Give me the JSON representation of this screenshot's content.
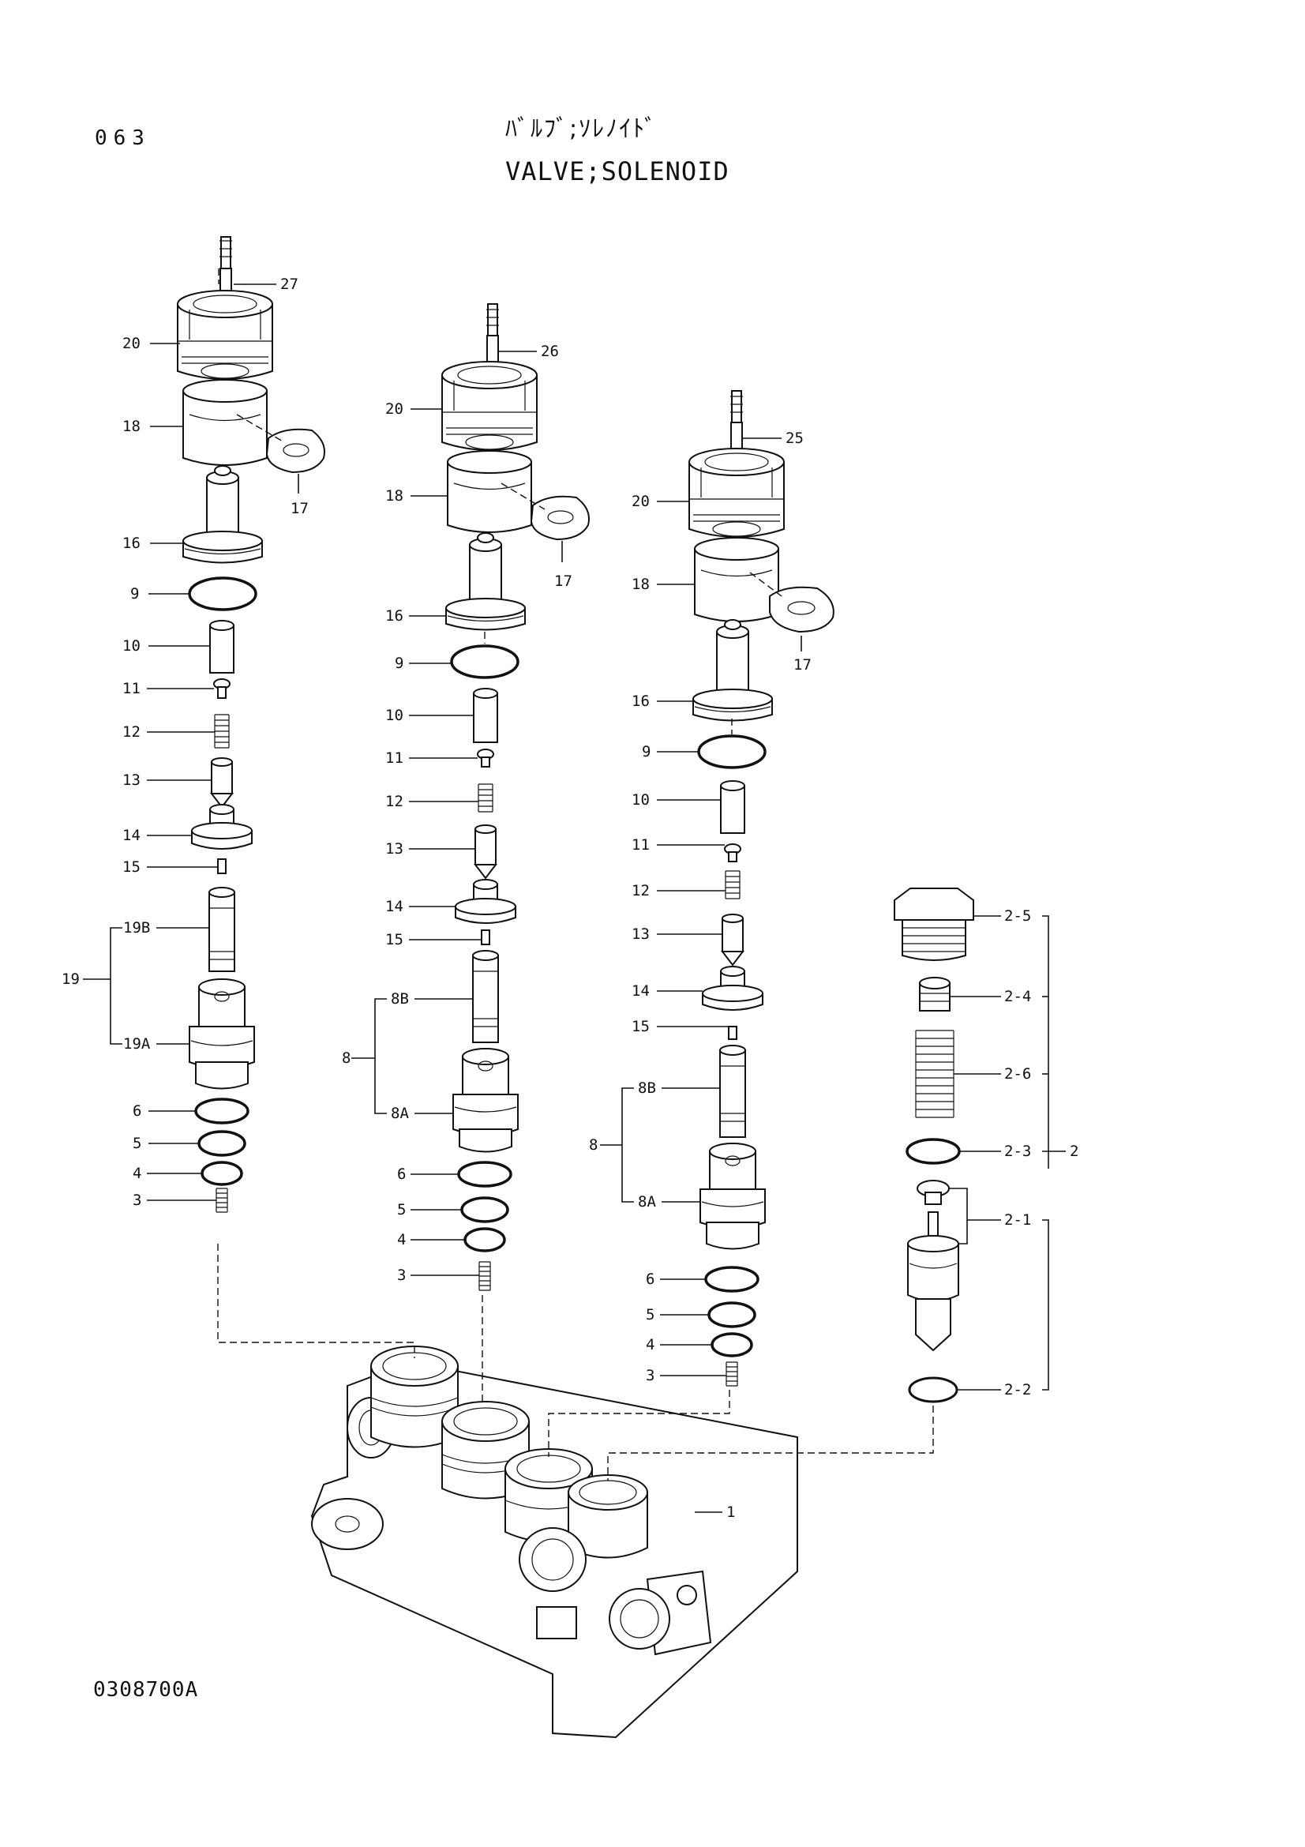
{
  "header": {
    "page_number": "063",
    "title_ja": "ﾊﾞﾙﾌﾞ;ｿﾚﾉｲﾄﾞ",
    "title_en": "VALVE;SOLENOID"
  },
  "footer": {
    "drawing_code": "0308700A"
  },
  "callouts": {
    "a_27": "27",
    "a_20": "20",
    "a_18": "18",
    "a_17": "17",
    "a_16": "16",
    "a_9": "9",
    "a_10": "10",
    "a_11": "11",
    "a_12": "12",
    "a_13": "13",
    "a_14": "14",
    "a_15": "15",
    "a_19B": "19B",
    "a_19": "19",
    "a_19A": "19A",
    "a_6": "6",
    "a_5": "5",
    "a_4": "4",
    "a_3": "3",
    "b_26": "26",
    "b_20": "20",
    "b_18": "18",
    "b_17": "17",
    "b_16": "16",
    "b_9": "9",
    "b_10": "10",
    "b_11": "11",
    "b_12": "12",
    "b_13": "13",
    "b_14": "14",
    "b_15": "15",
    "b_8B": "8B",
    "b_8": "8",
    "b_8A": "8A",
    "b_6": "6",
    "b_5": "5",
    "b_4": "4",
    "b_3": "3",
    "c_25": "25",
    "c_20": "20",
    "c_18": "18",
    "c_17": "17",
    "c_16": "16",
    "c_9": "9",
    "c_10": "10",
    "c_11": "11",
    "c_12": "12",
    "c_13": "13",
    "c_14": "14",
    "c_15": "15",
    "c_8B": "8B",
    "c_8": "8",
    "c_8A": "8A",
    "c_6": "6",
    "c_5": "5",
    "c_4": "4",
    "c_3": "3",
    "d_2_5": "2-5",
    "d_2_4": "2-4",
    "d_2_6": "2-6",
    "d_2_3": "2-3",
    "d_2": "2",
    "d_2_1": "2-1",
    "d_2_2": "2-2",
    "body_1": "1"
  }
}
